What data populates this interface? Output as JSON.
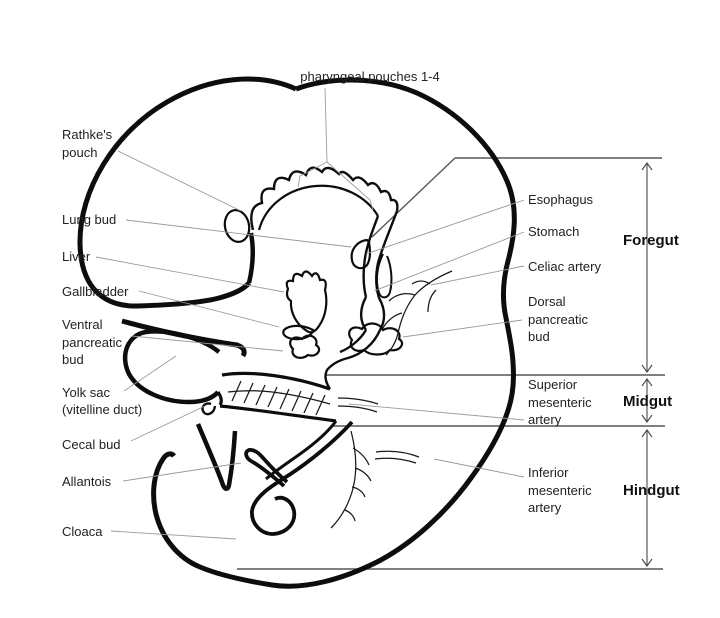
{
  "title": "pharyngeal pouches 1-4",
  "labels_left": [
    {
      "id": "rathkes-pouch",
      "lines": [
        "Rathke's",
        "pouch"
      ]
    },
    {
      "id": "lung-bud",
      "lines": [
        "Lung bud"
      ]
    },
    {
      "id": "liver",
      "lines": [
        "Liver"
      ]
    },
    {
      "id": "gallbladder",
      "lines": [
        "Gallbladder"
      ]
    },
    {
      "id": "ventral-pancreatic-bud",
      "lines": [
        "Ventral",
        "pancreatic",
        "bud"
      ]
    },
    {
      "id": "yolk-sac",
      "lines": [
        "Yolk sac",
        "(vitelline duct)"
      ]
    },
    {
      "id": "cecal-bud",
      "lines": [
        "Cecal bud"
      ]
    },
    {
      "id": "allantois",
      "lines": [
        "Allantois"
      ]
    },
    {
      "id": "cloaca",
      "lines": [
        "Cloaca"
      ]
    }
  ],
  "labels_right": [
    {
      "id": "esophagus",
      "lines": [
        "Esophagus"
      ]
    },
    {
      "id": "stomach",
      "lines": [
        "Stomach"
      ]
    },
    {
      "id": "celiac-artery",
      "lines": [
        "Celiac artery"
      ]
    },
    {
      "id": "dorsal-pancreatic-bud",
      "lines": [
        "Dorsal",
        "pancreatic",
        "bud"
      ]
    },
    {
      "id": "superior-mesenteric-artery",
      "lines": [
        "Superior",
        "mesenteric",
        "artery"
      ]
    },
    {
      "id": "inferior-mesenteric-artery",
      "lines": [
        "Inferior",
        "mesenteric",
        "artery"
      ]
    }
  ],
  "regions": [
    {
      "id": "foregut",
      "label": "Foregut"
    },
    {
      "id": "midgut",
      "label": "Midgut"
    },
    {
      "id": "hindgut",
      "label": "Hindgut"
    }
  ],
  "colors": {
    "figure_line": "#0d0d0d",
    "leader_line": "#9b9b9b",
    "section_line": "#565656",
    "text": "#222222",
    "background": "#ffffff"
  }
}
